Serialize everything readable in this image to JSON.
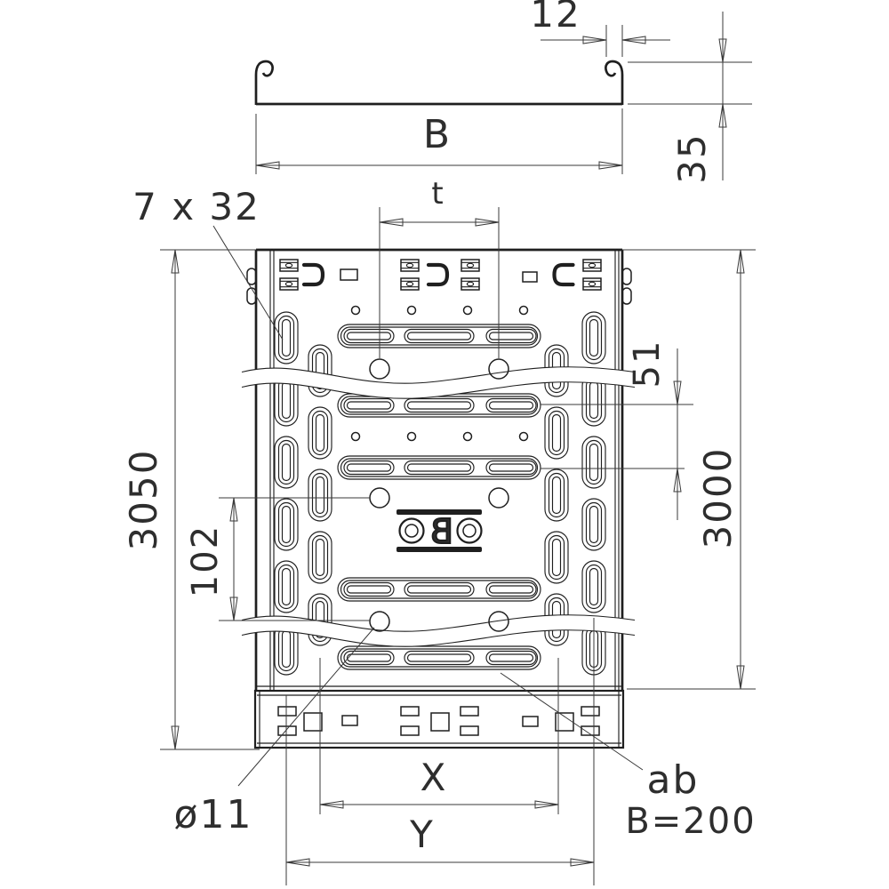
{
  "drawing": {
    "type": "technical-dimension-drawing",
    "subject": "perforated cable tray, cross-section and top view with break lines",
    "colors": {
      "line": "#1f1f1f",
      "dimension": "#3a3a3a",
      "background": "#ffffff"
    },
    "labels": {
      "d12": "12",
      "B": "B",
      "d35": "35",
      "slots": "7 x 32",
      "t": "t",
      "d51": "51",
      "d3050": "3050",
      "d102": "102",
      "d3000": "3000",
      "X": "X",
      "Y": "Y",
      "dia": "ø11",
      "ab": "ab",
      "b200": "B=200"
    },
    "logo": {
      "letters": [
        "O",
        "B",
        "O"
      ]
    }
  }
}
